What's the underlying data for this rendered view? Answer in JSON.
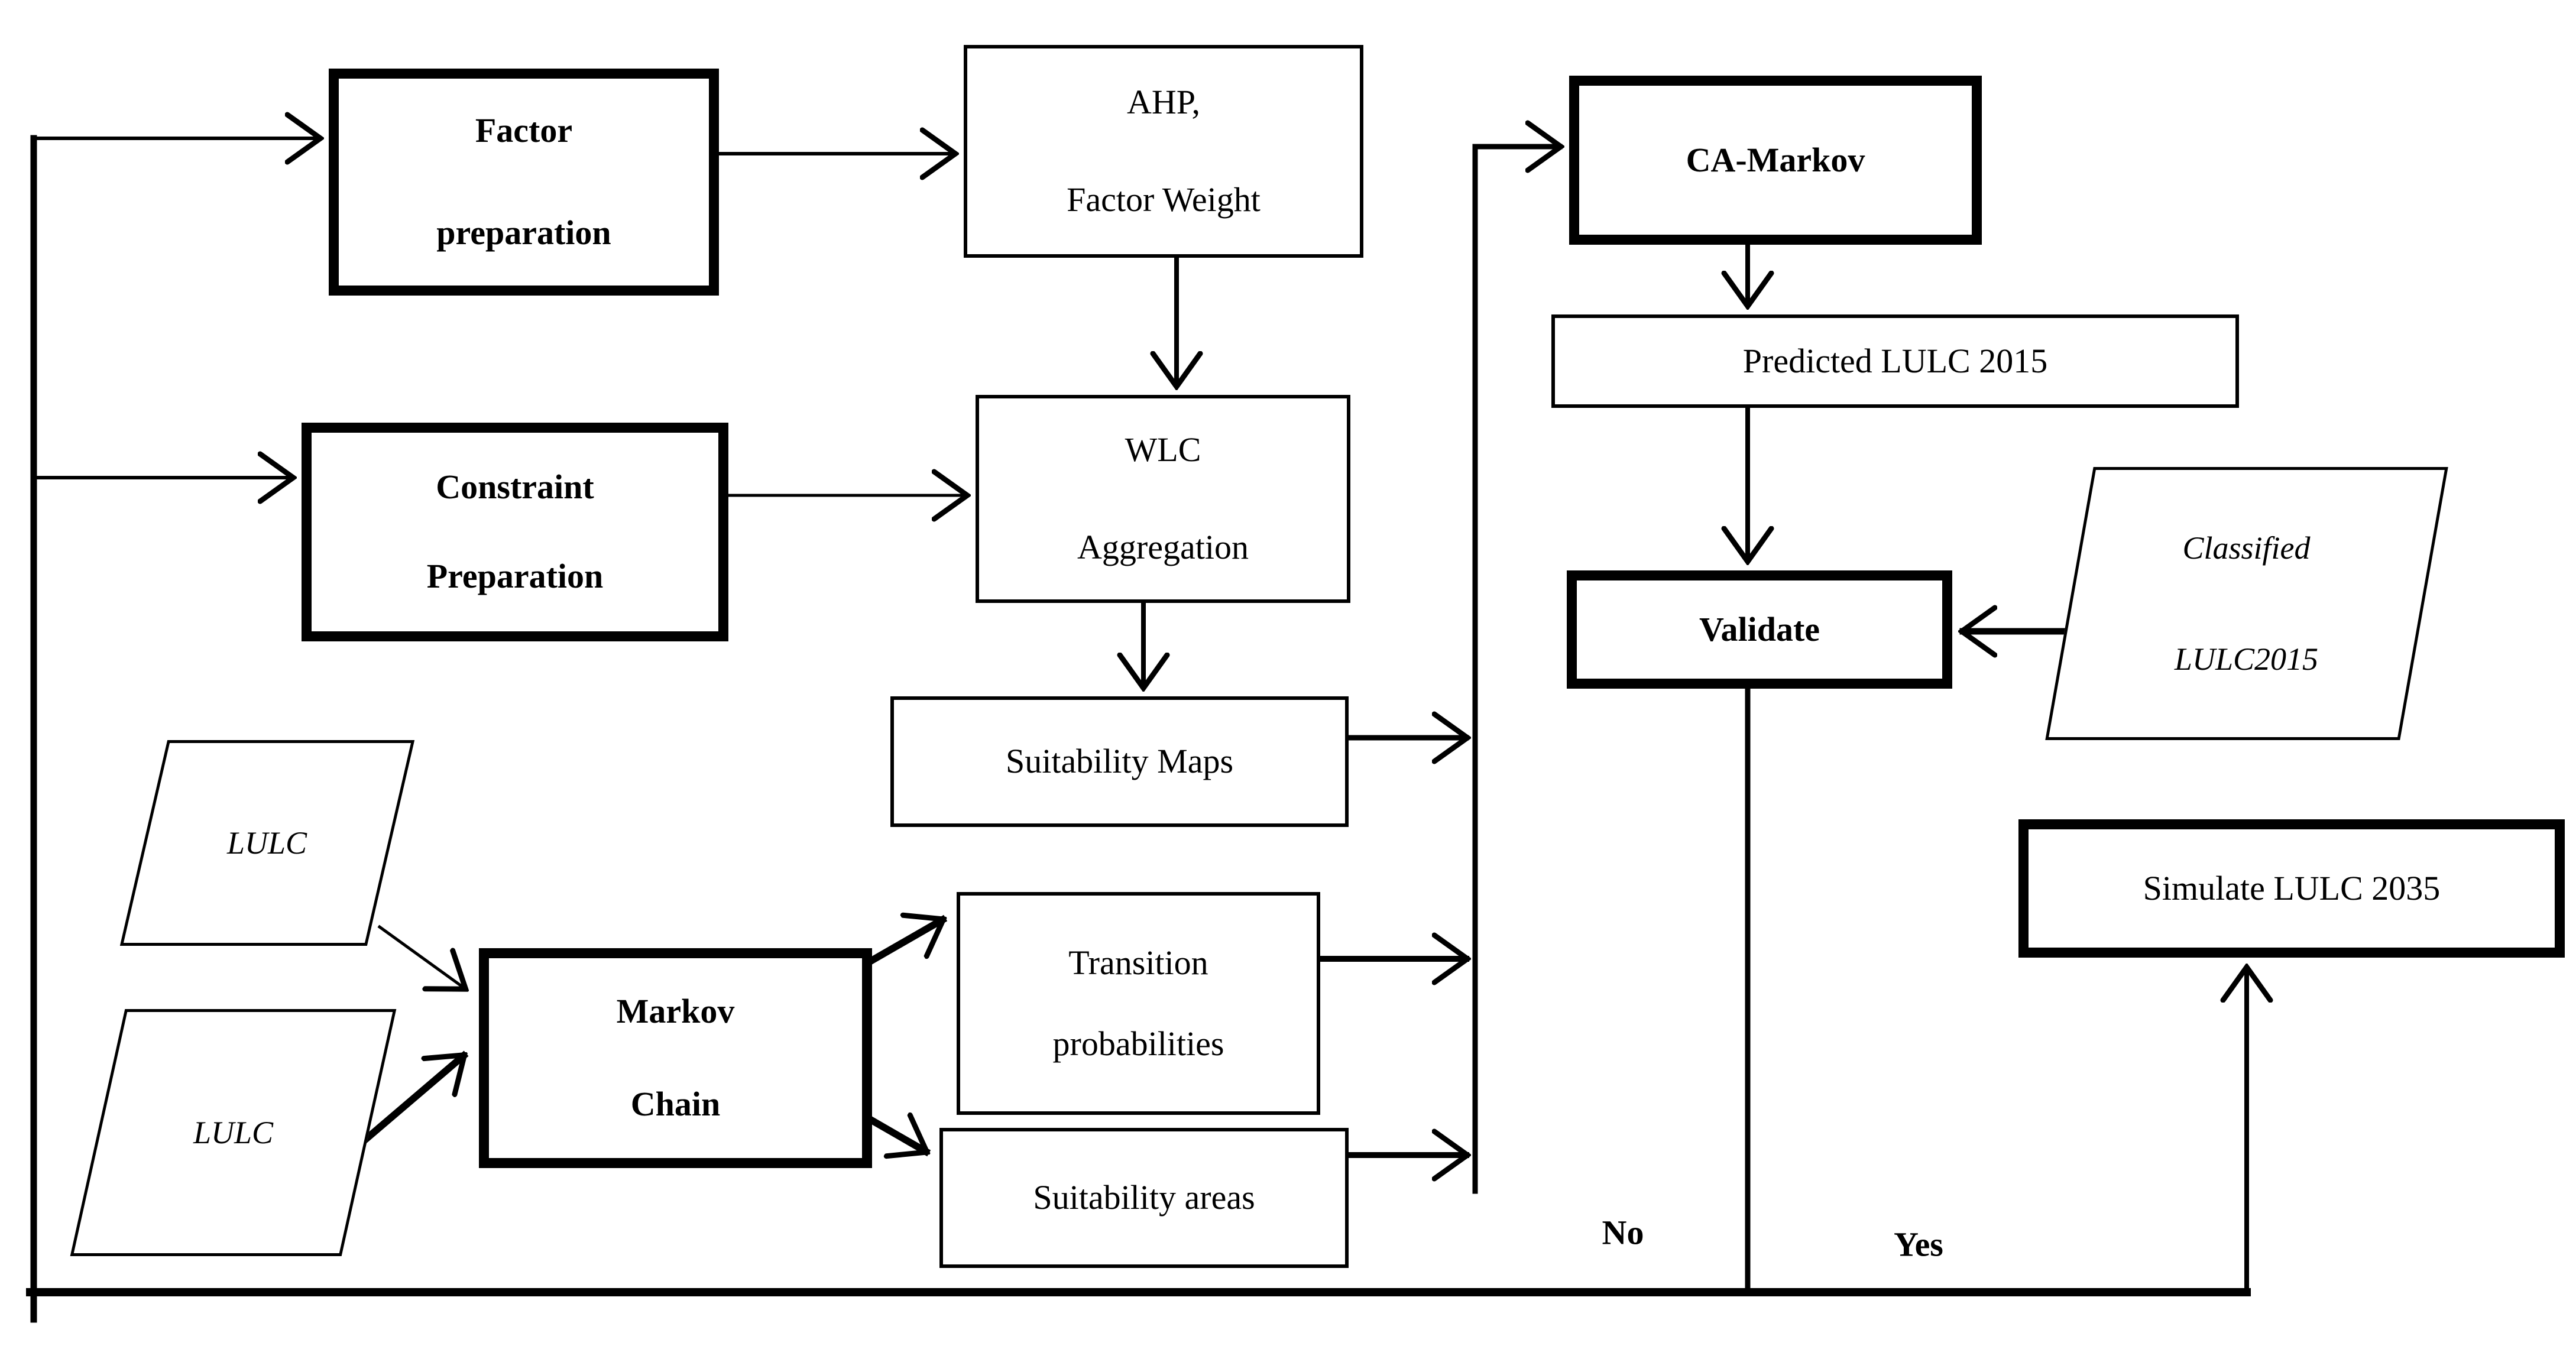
{
  "diagram": {
    "colors": {
      "ink": "#000000",
      "background": "#ffffff"
    },
    "nodes": {
      "factor_preparation": {
        "line1": "Factor",
        "line2": "preparation"
      },
      "ahp_factor_weight": {
        "line1": "AHP,",
        "line2": "Factor Weight"
      },
      "constraint_preparation": {
        "line1": "Constraint",
        "line2": "Preparation"
      },
      "wlc_aggregation": {
        "line1": "WLC",
        "line2": "Aggregation"
      },
      "suitability_maps": {
        "label": "Suitability Maps"
      },
      "ca_markov": {
        "label": "CA-Markov"
      },
      "predicted_lulc_2015": {
        "label": "Predicted LULC 2015"
      },
      "validate": {
        "label": "Validate"
      },
      "classified_lulc2015": {
        "line1": "Classified",
        "line2": "LULC2015"
      },
      "simulate_lulc_2035": {
        "label": "Simulate LULC 2035"
      },
      "lulc_input_1": {
        "label": "LULC"
      },
      "lulc_input_2": {
        "label": "LULC"
      },
      "markov_chain": {
        "line1": "Markov",
        "line2": "Chain"
      },
      "transition_probabilities": {
        "line1": "Transition",
        "line2": "probabilities"
      },
      "suitability_areas": {
        "label": "Suitability areas"
      }
    },
    "branch_labels": {
      "no": "No",
      "yes": "Yes"
    }
  }
}
